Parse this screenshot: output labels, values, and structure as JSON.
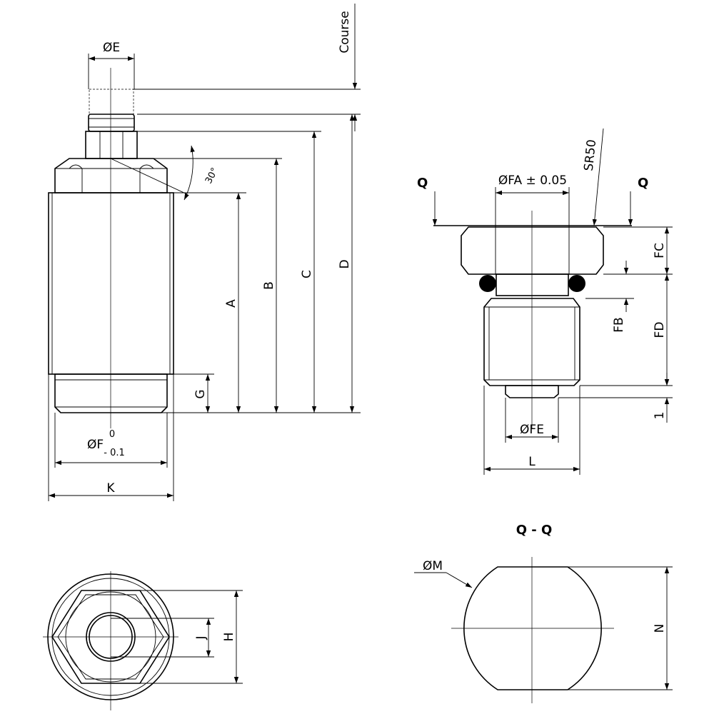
{
  "labels": {
    "course": "Course",
    "oe": "ØE",
    "angle": "30°",
    "a": "A",
    "b": "B",
    "c": "C",
    "d": "D",
    "g": "G",
    "of": "ØF",
    "of_upper_tol": "0",
    "of_lower_tol": "- 0.1",
    "k": "K",
    "j": "J",
    "h": "H",
    "q_left": "Q",
    "q_right": "Q",
    "ofa": "ØFA ± 0.05",
    "sr50": "SR50",
    "fc": "FC",
    "fb": "FB",
    "fd": "FD",
    "one": "1",
    "ofe": "ØFE",
    "l": "L",
    "section_title": "Q - Q",
    "om": "ØM",
    "n": "N"
  }
}
